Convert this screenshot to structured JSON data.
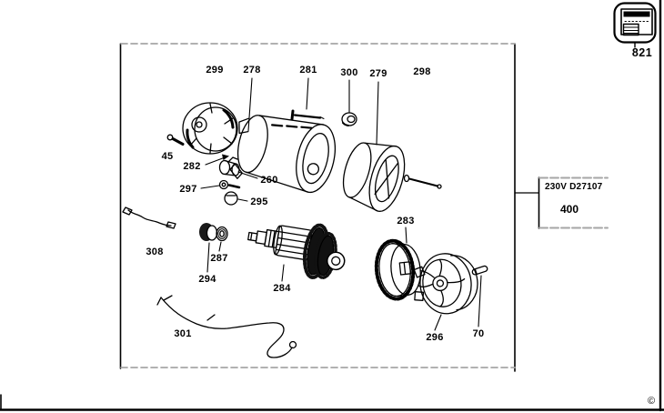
{
  "window": {
    "copyright_symbol": "©"
  },
  "parts_thumbnail": {
    "label": "821"
  },
  "reference_box": {
    "title": "230V D27107",
    "number": "400"
  },
  "colors": {
    "line": "#000000",
    "crop_mark": "#a6a6a6"
  },
  "diagram": {
    "callouts": [
      {
        "part": "299"
      },
      {
        "part": "278"
      },
      {
        "part": "281"
      },
      {
        "part": "300"
      },
      {
        "part": "279"
      },
      {
        "part": "298"
      },
      {
        "part": "45"
      },
      {
        "part": "282"
      },
      {
        "part": "260"
      },
      {
        "part": "297"
      },
      {
        "part": "295"
      },
      {
        "part": "308"
      },
      {
        "part": "287"
      },
      {
        "part": "294"
      },
      {
        "part": "284"
      },
      {
        "part": "283"
      },
      {
        "part": "296"
      },
      {
        "part": "70"
      },
      {
        "part": "301"
      }
    ]
  }
}
